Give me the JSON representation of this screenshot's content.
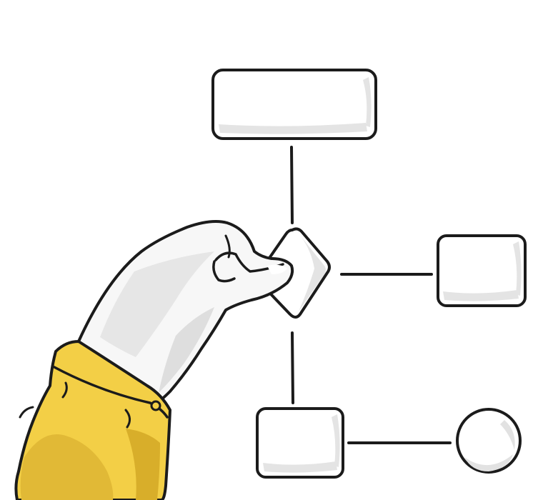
{
  "illustration": {
    "subject": "hand-placing-diamond-in-flowchart",
    "colors": {
      "background": "#ffffff",
      "outline": "#1b1b1b",
      "shape_fill": "#ffffff",
      "shape_shade": "#e4e4e4",
      "sleeve": "#f3cf46",
      "sleeve_shade": "#d8ae2a",
      "skin": "#f7f7f7",
      "skin_shade": "#dcdcdc"
    },
    "shapes": [
      {
        "id": "top-box",
        "kind": "rectangle",
        "text": ""
      },
      {
        "id": "decision-diamond",
        "kind": "diamond",
        "text": ""
      },
      {
        "id": "right-box",
        "kind": "rectangle",
        "text": ""
      },
      {
        "id": "bottom-box",
        "kind": "rectangle",
        "text": ""
      },
      {
        "id": "end-circle",
        "kind": "circle",
        "text": ""
      }
    ],
    "connectors": [
      {
        "from": "top-box",
        "to": "decision-diamond"
      },
      {
        "from": "decision-diamond",
        "to": "right-box"
      },
      {
        "from": "decision-diamond",
        "to": "bottom-box"
      },
      {
        "from": "bottom-box",
        "to": "end-circle"
      }
    ]
  }
}
